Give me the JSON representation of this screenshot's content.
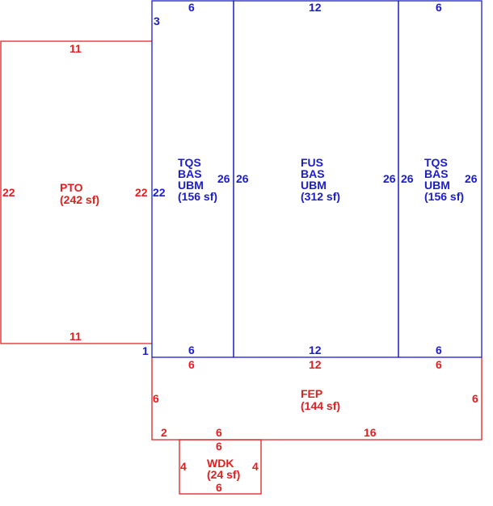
{
  "colors": {
    "exterior": "#e02020",
    "living": "#1c1cc8"
  },
  "areas": {
    "pto": {
      "lines": [
        "PTO",
        "(242 sf)"
      ],
      "dims": {
        "top": "11",
        "bottom": "11",
        "left": "22",
        "right": "22"
      }
    },
    "tqs_left": {
      "lines": [
        "TQS",
        "BAS",
        "UBM",
        "(156 sf)"
      ],
      "dims": {
        "top": "6",
        "bottom": "6",
        "left": "22",
        "right": "26",
        "corner_top": "3",
        "corner_bottom": "1"
      }
    },
    "fus": {
      "lines": [
        "FUS",
        "BAS",
        "UBM",
        "(312 sf)"
      ],
      "dims": {
        "top": "12",
        "bottom": "12",
        "left": "26",
        "right": "26"
      }
    },
    "tqs_right": {
      "lines": [
        "TQS",
        "BAS",
        "UBM",
        "(156 sf)"
      ],
      "dims": {
        "top": "6",
        "bottom": "6",
        "left": "26",
        "right": "26"
      }
    },
    "fep": {
      "lines": [
        "FEP",
        "(144 sf)"
      ],
      "dims": {
        "top_left": "6",
        "top_mid": "12",
        "top_right": "6",
        "left": "6",
        "right": "6",
        "bottom_a": "2",
        "bottom_b": "6",
        "bottom_c": "16"
      }
    },
    "wdk": {
      "lines": [
        "WDK",
        "(24 sf)"
      ],
      "dims": {
        "top": "6",
        "bottom": "6",
        "left": "4",
        "right": "4"
      }
    }
  }
}
